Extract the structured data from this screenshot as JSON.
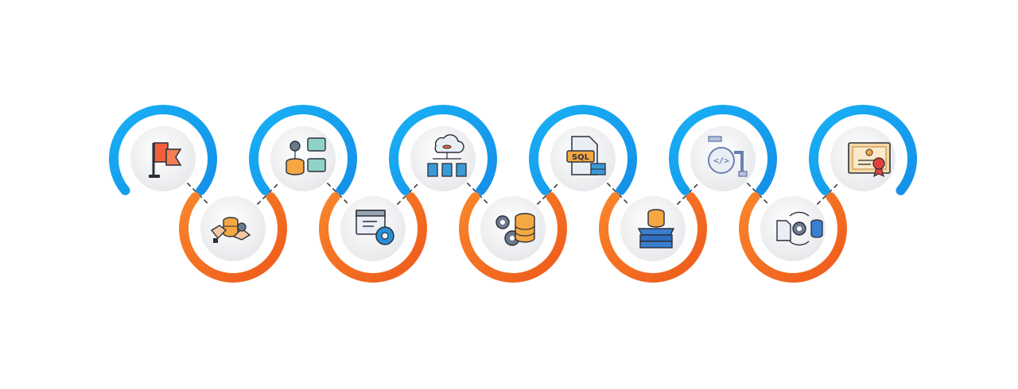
{
  "colors": {
    "blue_arc": "#1aa3f0",
    "orange_arc": "#f26a1f",
    "connector": "#3a3a3a",
    "inner_disc": "#eeeff2",
    "icon_stroke": "#2b2f3a"
  },
  "steps": [
    {
      "icon": "flag-icon",
      "ring": "blue"
    },
    {
      "icon": "handshake-database-icon",
      "ring": "orange"
    },
    {
      "icon": "database-network-icon",
      "ring": "blue"
    },
    {
      "icon": "browser-settings-icon",
      "ring": "orange"
    },
    {
      "icon": "cloud-database-hierarchy-icon",
      "ring": "blue"
    },
    {
      "icon": "gears-database-icon",
      "ring": "orange"
    },
    {
      "icon": "sql-file-icon",
      "ring": "blue"
    },
    {
      "icon": "server-database-icon",
      "ring": "orange"
    },
    {
      "icon": "code-pipeline-icon",
      "ring": "blue"
    },
    {
      "icon": "document-sync-database-icon",
      "ring": "orange"
    },
    {
      "icon": "certificate-icon",
      "ring": "blue"
    }
  ]
}
